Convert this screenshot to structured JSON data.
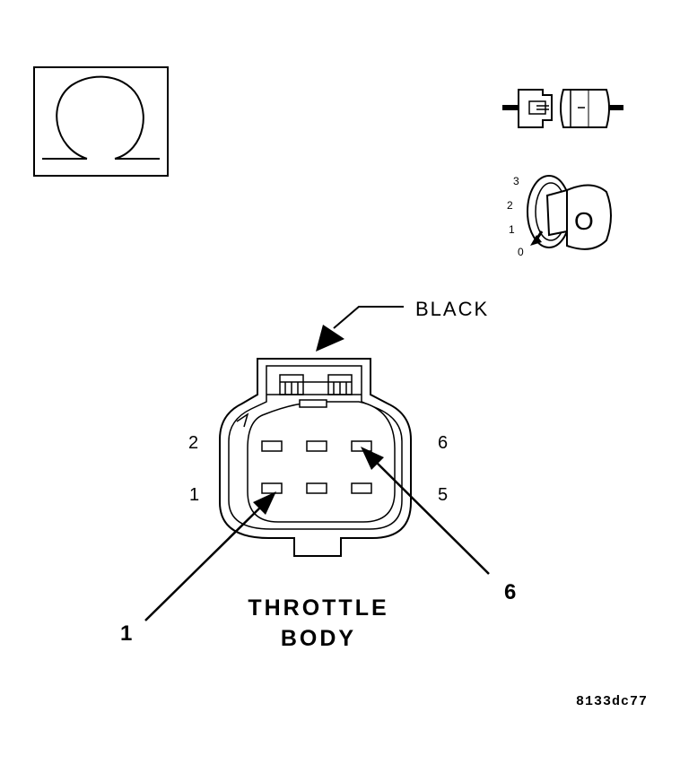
{
  "figure_id": "8133dc77",
  "connector": {
    "name_line1": "THROTTLE",
    "name_line2": "BODY",
    "color_label": "BLACK"
  },
  "pins": {
    "left_top": "2",
    "left_bottom": "1",
    "right_top": "6",
    "right_bottom": "5"
  },
  "callouts": {
    "left": "1",
    "right": "6"
  },
  "ignition_positions": [
    "3",
    "2",
    "1",
    "0"
  ],
  "ignition_key_label": "O",
  "icons": {
    "meter": "ohmmeter-omega-icon",
    "connector": "disconnected-connector-icon",
    "ignition": "ignition-key-off-icon"
  }
}
